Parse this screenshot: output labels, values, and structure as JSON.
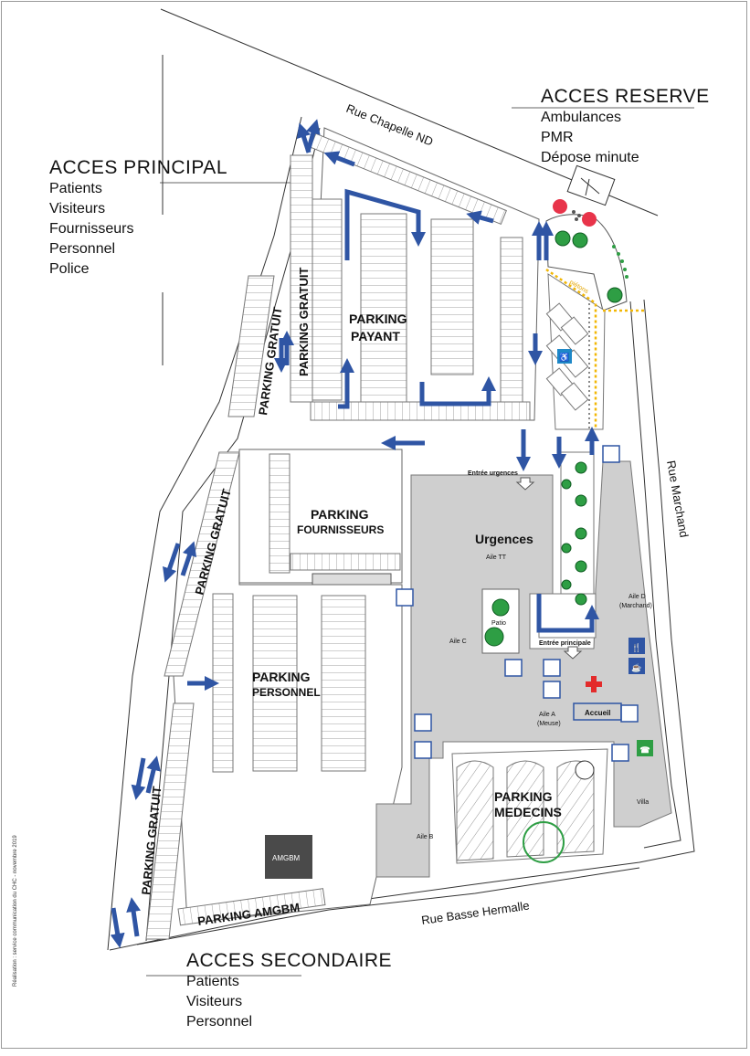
{
  "access": {
    "principal": {
      "title": "ACCES PRINCIPAL",
      "lines": [
        "Patients",
        "Visiteurs",
        "Fournisseurs",
        "Personnel",
        "Police"
      ]
    },
    "reserve": {
      "title": "ACCES RESERVE",
      "lines": [
        "Ambulances",
        "PMR",
        "Dépose minute"
      ]
    },
    "secondaire": {
      "title": "ACCES SECONDAIRE",
      "lines": [
        "Patients",
        "Visiteurs",
        "Personnel"
      ]
    }
  },
  "streets": {
    "chapelle": "Rue Chapelle ND",
    "marchand": "Rue Marchand",
    "basse_hermalle": "Rue Basse Hermalle"
  },
  "parkings": {
    "payant": [
      "PARKING",
      "PAYANT"
    ],
    "fournisseurs": [
      "PARKING",
      "FOURNISSEURS"
    ],
    "personnel": [
      "PARKING",
      "PERSONNEL"
    ],
    "medecins": [
      "PARKING",
      "MEDECINS"
    ],
    "gratuit": "PARKING GRATUIT",
    "amgbm": "PARKING AMGBM"
  },
  "building": {
    "urgences": "Urgences",
    "entree_urgences": "Entrée urgences",
    "entree_principale": "Entrée principale",
    "aile_tt": "Aile TT",
    "aile_c": "Aile C",
    "patio": "Patio",
    "aile_d": "Aile D",
    "aile_d_sub": "(Marchand)",
    "aile_a": "Aile A",
    "aile_a_sub": "(Meuse)",
    "accueil": "Accueil",
    "aile_b": "Aile B",
    "villa": "Villa",
    "amgbm": "AMGBM"
  },
  "pietons": "piétons",
  "credit": "Réalisation : service communication du CHC - novembre 2019",
  "colors": {
    "building": "#cfcfcf",
    "arrow": "#2f55a4",
    "tree": "#2e9e44",
    "pedestrian": "#f2b705",
    "cross": "#e32b2b",
    "wheelchair": "#1e88c7"
  }
}
